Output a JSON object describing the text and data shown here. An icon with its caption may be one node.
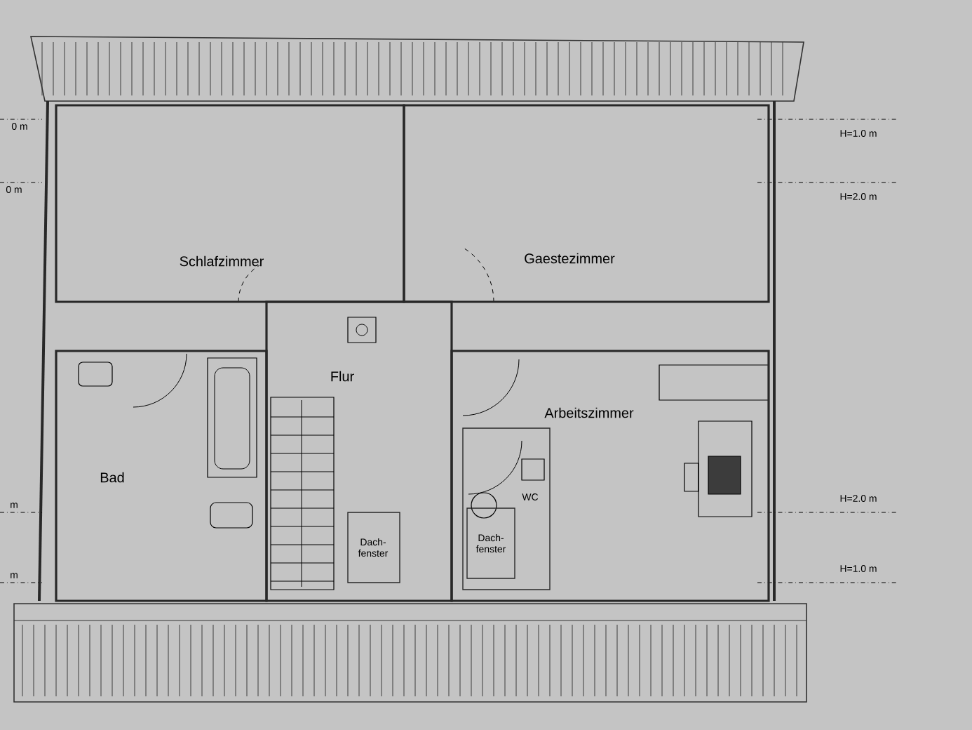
{
  "diagram": {
    "nodes": [
      {
        "text": [
          "Schlafzimmer"
        ]
      },
      {
        "text": [
          "Gaestezimmer"
        ]
      },
      {
        "text": [
          "Bad"
        ]
      },
      {
        "text": [
          "Flur"
        ]
      },
      {
        "text": [
          "Arbeitszimmer"
        ]
      },
      {
        "text": [
          "WC"
        ],
        "in": 4
      },
      {
        "text": [
          "Dach- fenster"
        ],
        "in": 3
      },
      {
        "text": [
          "Dach- fenster"
        ],
        "in": 5
      }
    ],
    "labels": [
      "H=1.0 m",
      "H=2.0 m",
      "H=2.0 m",
      "H=1.0 m",
      "0 m",
      "0 m",
      "m",
      "m"
    ]
  }
}
